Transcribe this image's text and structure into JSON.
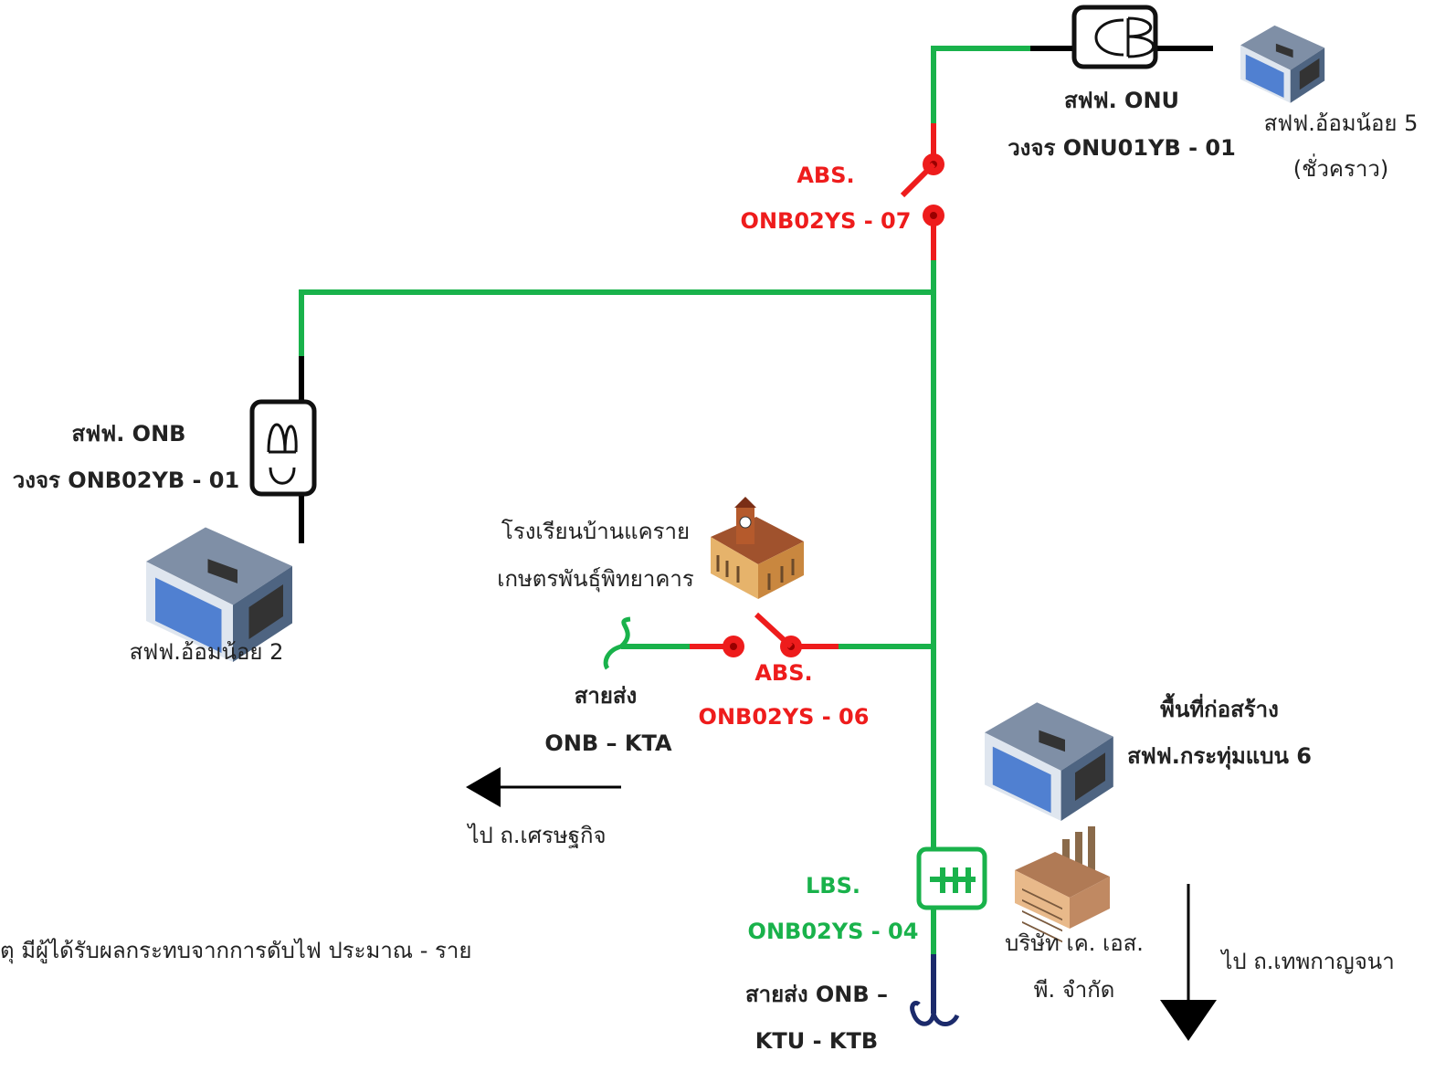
{
  "colors": {
    "energized": "#19b24b",
    "open_switch": "#ee1c1c",
    "deenergized": "#1b2a6b",
    "line_black": "#000000"
  },
  "substations": {
    "onu": {
      "name": "สฟฟ. ONU",
      "circuit": "วงจร ONU01YB - 01",
      "site_line1": "สฟฟ.อ้อมน้อย 5",
      "site_line2": "(ชั่วคราว)",
      "breaker_label": "CB"
    },
    "onb": {
      "name": "สฟฟ. ONB",
      "circuit": "วงจร ONB02YB - 01",
      "site": "สฟฟ.อ้อมน้อย 2",
      "breaker_label": "CB"
    }
  },
  "switches": {
    "abs07": {
      "type": "ABS.",
      "id": "ONB02YS - 07"
    },
    "abs06": {
      "type": "ABS.",
      "id": "ONB02YS - 06"
    },
    "lbs04": {
      "type": "LBS.",
      "id": "ONB02YS - 04"
    }
  },
  "places": {
    "school_line1": "โรงเรียนบ้านแคราย",
    "school_line2": "เกษตรพันธุ์พิทยาคาร",
    "construction_line1": "พื้นที่ก่อสร้าง",
    "construction_line2": "สฟฟ.กระทุ่มแบน 6",
    "company_line1": "บริษัท เค. เอส.",
    "company_line2": "พี. จำกัด"
  },
  "lines": {
    "kta_line1": "สายส่ง",
    "kta_line2": "ONB – KTA",
    "ktu_line1": "สายส่ง ONB –",
    "ktu_line2": "KTU - KTB"
  },
  "directions": {
    "west": "ไป ถ.เศรษฐกิจ",
    "south": "ไป ถ.เทพกาญจนา"
  },
  "note": "ตุ มีผู้ได้รับผลกระทบจากการดับไฟ ประมาณ - ราย",
  "icons": [
    "building-icon",
    "school-icon",
    "factory-icon",
    "circuit-breaker-icon",
    "air-break-switch-icon",
    "load-break-switch-icon",
    "cable-termination-icon",
    "arrow-icon"
  ]
}
